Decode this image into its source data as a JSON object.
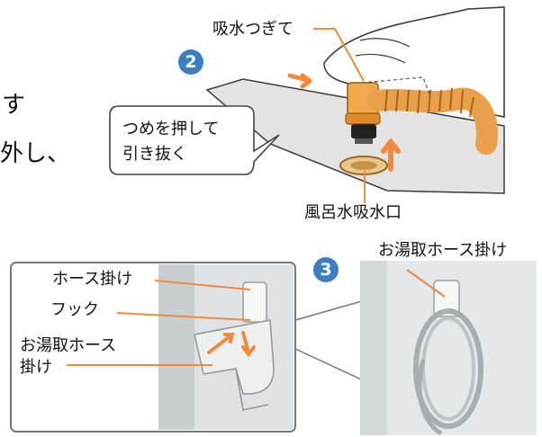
{
  "top": {
    "left_text_1": "す",
    "left_text_2": "外し、",
    "step_number": "2",
    "label_joint": "吸水つぎて",
    "callout_line1": "つめを押して",
    "callout_line2": "引き抜く",
    "label_inlet": "風呂水吸水口"
  },
  "bottom": {
    "step_number": "3",
    "label_hose_hanger": "ホース掛け",
    "label_hook": "フック",
    "label_hot_hose_hanger_line1": "お湯取ホース",
    "label_hot_hose_hanger_line2": "掛け",
    "label_photo_right": "お湯取ホース掛け"
  },
  "colors": {
    "accent_orange": "#f08a3c",
    "step_blue": "#3a7fc6",
    "tub_gray": "#e2e2e2",
    "hose_orange": "#f0b060"
  }
}
